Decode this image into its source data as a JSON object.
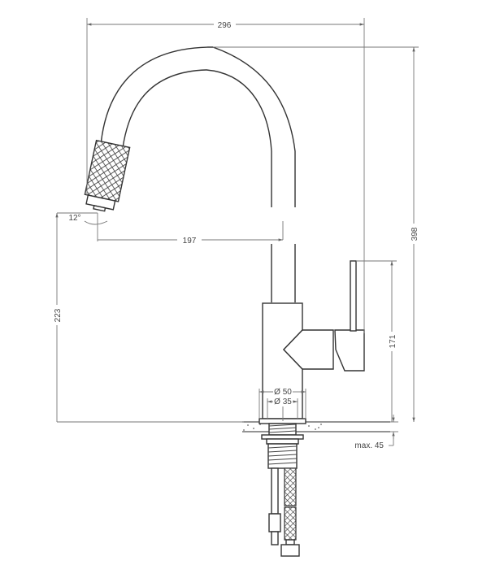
{
  "drawing": {
    "subject": "kitchen faucet with pull-out spray, side elevation",
    "units": "mm",
    "dimensions": {
      "overall_width": "296",
      "overall_height": "398",
      "spout_reach": "197",
      "spout_outlet_height": "223",
      "lever_height": "171",
      "spray_angle": "12°",
      "base_diameter": "Ø 50",
      "mounting_hole_diameter": "Ø 35",
      "max_countertop_thickness": "max. 45"
    },
    "colors": {
      "line": "#333333",
      "dimension_line": "#777777",
      "background": "#ffffff"
    }
  }
}
